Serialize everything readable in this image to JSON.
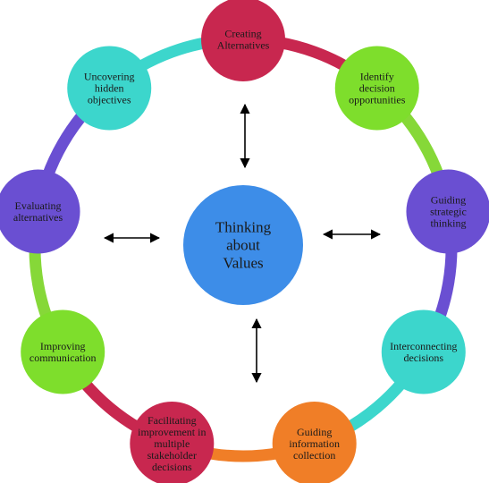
{
  "center": {
    "lines": [
      "Thinking",
      "about",
      "Values"
    ],
    "color": "#3d8de8"
  },
  "nodes": [
    {
      "id": "creating-alternatives",
      "lines": [
        "Creating",
        "Alternatives"
      ],
      "color": "#c8274f"
    },
    {
      "id": "identify-decision-opportunities",
      "lines": [
        "Identify",
        "decision",
        "opportunities"
      ],
      "color": "#7ede2c"
    },
    {
      "id": "guiding-strategic-thinking",
      "lines": [
        "Guiding",
        "strategic",
        "thinking"
      ],
      "color": "#6a4fd2"
    },
    {
      "id": "interconnecting-decisions",
      "lines": [
        "Interconnecting",
        "decisions"
      ],
      "color": "#3cd6cc"
    },
    {
      "id": "guiding-information-collection",
      "lines": [
        "Guiding",
        "information",
        "collection"
      ],
      "color": "#f07e27"
    },
    {
      "id": "facilitating-improvement",
      "lines": [
        "Facilitating",
        "improvement in",
        "multiple",
        "stakeholder",
        "decisions"
      ],
      "color": "#c8274f"
    },
    {
      "id": "improving-communication",
      "lines": [
        "Improving",
        "communication"
      ],
      "color": "#7ede2c"
    },
    {
      "id": "evaluating-alternatives",
      "lines": [
        "Evaluating",
        "alternatives"
      ],
      "color": "#6a4fd2"
    },
    {
      "id": "uncovering-hidden-objectives",
      "lines": [
        "Uncovering",
        "hidden",
        "objectives"
      ],
      "color": "#3cd6cc"
    }
  ],
  "ring_colors": [
    "#c8274f",
    "#86d838",
    "#6a4fd2",
    "#3cd6cc",
    "#f07e27",
    "#c8274f",
    "#86d838",
    "#6a4fd2",
    "#3cd6cc"
  ]
}
